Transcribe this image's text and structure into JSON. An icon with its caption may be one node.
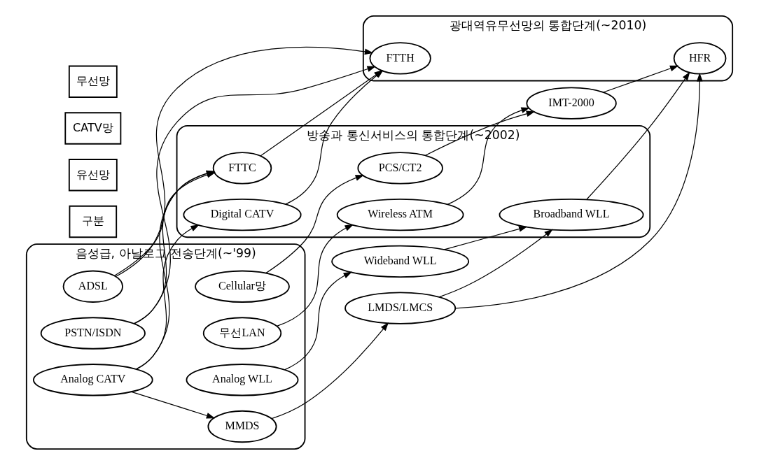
{
  "diagram": {
    "nodes": [
      {
        "text": [
          "구분"
        ]
      },
      {
        "text": [
          "음성급, 아날로그 전송단계(~'99)"
        ]
      },
      {
        "text": [
          "방송과 통신서비스의 통합단계(~2002)"
        ]
      },
      {
        "text": [
          "광대역유무선망의 통합단계(~2010)"
        ]
      },
      {
        "text": [
          "유선망"
        ]
      },
      {
        "text": [
          "CATV망"
        ]
      },
      {
        "text": [
          "무선망"
        ]
      },
      {
        "text": [
          "ADSL"
        ],
        "in": 1
      },
      {
        "text": [
          "PSTN/ISDN"
        ],
        "in": 1
      },
      {
        "text": [
          "Analog CATV"
        ],
        "in": 1
      },
      {
        "text": [
          "MMDS"
        ],
        "in": 1
      },
      {
        "text": [
          "Analog WLL"
        ],
        "in": 1
      },
      {
        "text": [
          "Cellular망"
        ],
        "in": 1
      },
      {
        "text": [
          "무선LAN"
        ],
        "in": 1
      },
      {
        "text": [
          "FTTC"
        ],
        "in": 2
      },
      {
        "text": [
          "Digital CATV"
        ],
        "in": 2
      },
      {
        "text": [
          "LMDS/LMCS"
        ]
      },
      {
        "text": [
          "Wideband WLL"
        ]
      },
      {
        "text": [
          "Broadband WLL"
        ],
        "in": 2
      },
      {
        "text": [
          "PCS/CT2"
        ],
        "in": 2
      },
      {
        "text": [
          "Wireless ATM"
        ],
        "in": 2
      },
      {
        "text": [
          "IMT-2000"
        ]
      },
      {
        "text": [
          "FTTH"
        ],
        "in": 3
      },
      {
        "text": [
          "HFR"
        ],
        "in": 3
      }
    ],
    "edges": [
      {
        "from": 7,
        "to": 22,
        "arrow": "to"
      },
      {
        "from": 7,
        "to": 14,
        "arrow": "to"
      },
      {
        "from": 8,
        "to": 22,
        "arrow": "to"
      },
      {
        "from": 8,
        "to": 14,
        "arrow": "to"
      },
      {
        "from": 9,
        "to": 14,
        "arrow": "to"
      },
      {
        "from": 9,
        "to": 15,
        "arrow": "to"
      },
      {
        "from": 9,
        "to": 10,
        "arrow": "to"
      },
      {
        "from": 10,
        "to": 16,
        "arrow": "to"
      },
      {
        "from": 14,
        "to": 22,
        "arrow": "to"
      },
      {
        "from": 15,
        "to": 22,
        "arrow": "to"
      },
      {
        "from": 16,
        "to": 23,
        "arrow": "to"
      },
      {
        "from": 16,
        "to": 18,
        "arrow": "to"
      },
      {
        "from": 11,
        "to": 17,
        "arrow": "to"
      },
      {
        "from": 17,
        "to": 18,
        "arrow": "to"
      },
      {
        "from": 18,
        "to": 23,
        "arrow": "to"
      },
      {
        "from": 12,
        "to": 19,
        "arrow": "to"
      },
      {
        "from": 19,
        "to": 21,
        "arrow": "to"
      },
      {
        "from": 21,
        "to": 23,
        "arrow": "to"
      },
      {
        "from": 13,
        "to": 20,
        "arrow": "to"
      },
      {
        "from": 20,
        "to": 21,
        "arrow": "to"
      }
    ]
  }
}
